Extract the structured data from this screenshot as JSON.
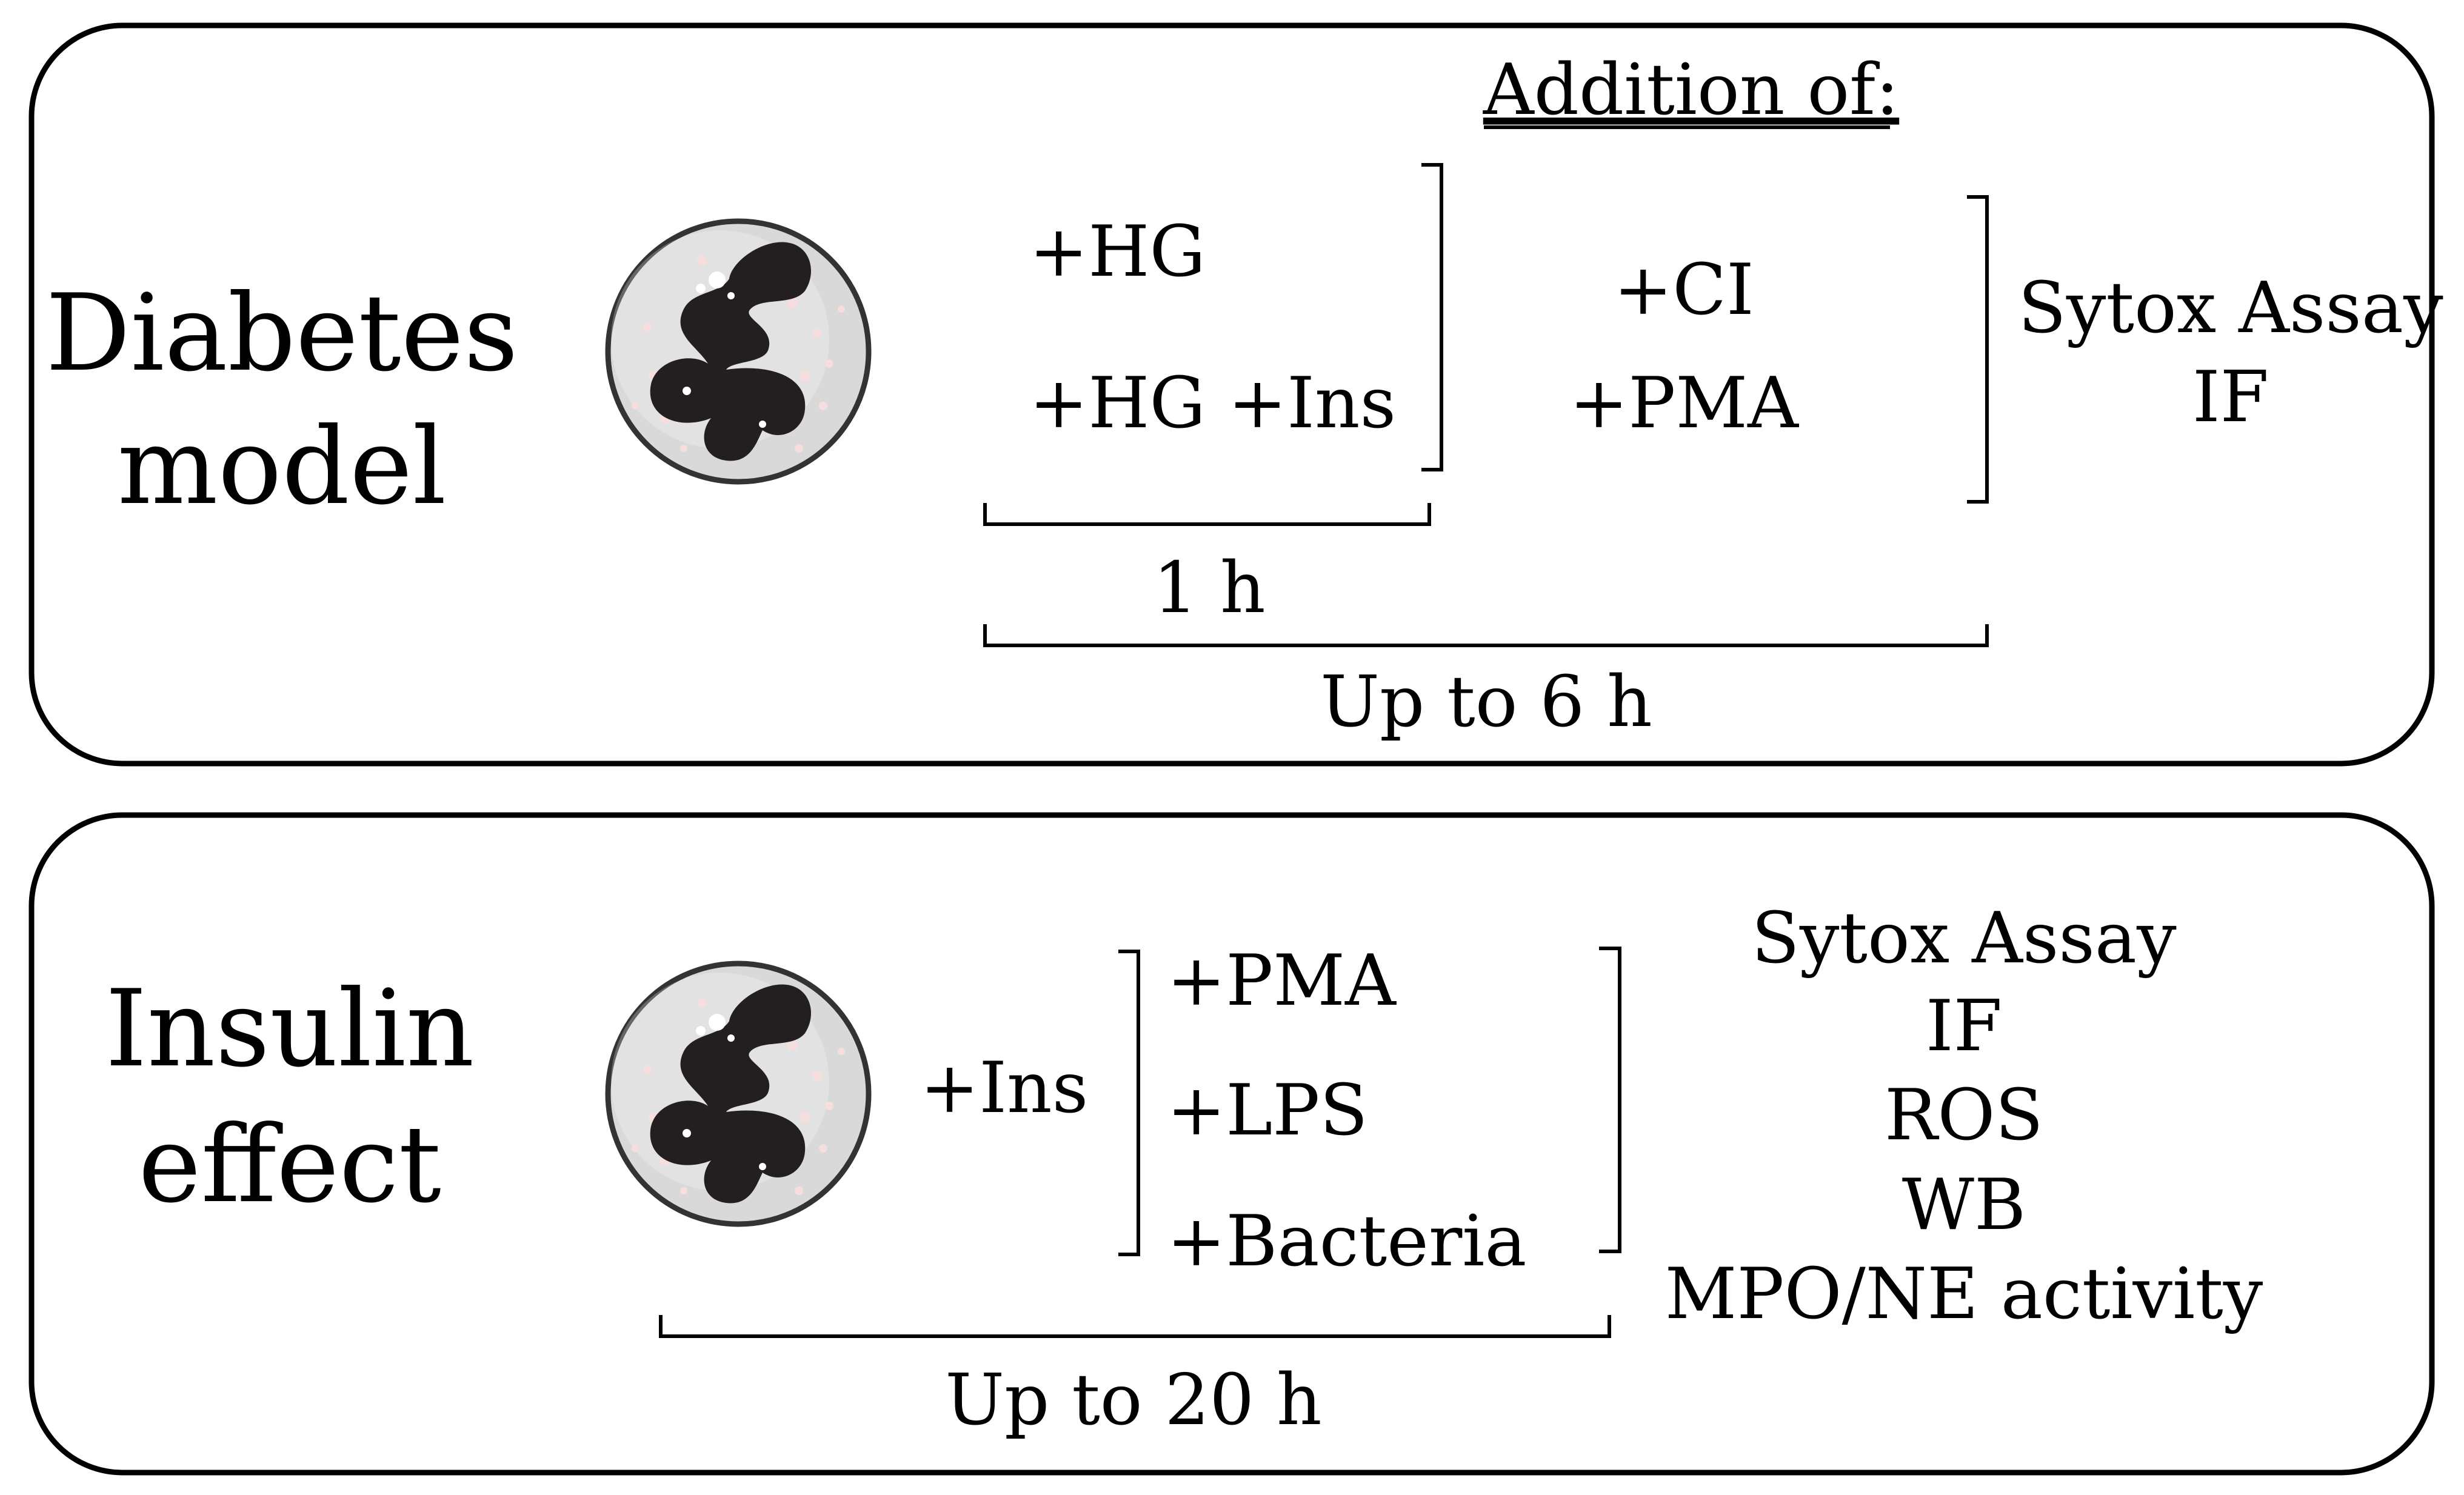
{
  "panels": [
    {
      "title_lines": [
        "Diabetes",
        "model"
      ],
      "header": "Addition of:",
      "pretreatments": [
        "+HG",
        "+HG +Ins"
      ],
      "stimuli": [
        "+CI",
        "+PMA"
      ],
      "readouts": [
        "Sytox Assay",
        "IF"
      ],
      "short_timing": "1 h",
      "timing": "Up to 6 h"
    },
    {
      "title_lines": [
        "Insulin",
        "effect"
      ],
      "pretreatment": "+Ins",
      "stimuli": [
        "+PMA",
        "+LPS",
        "+Bacteria"
      ],
      "readouts": [
        "Sytox Assay",
        "IF",
        "ROS",
        "WB",
        "MPO/NE activity"
      ],
      "timing": "Up to 20 h"
    }
  ],
  "cell": {
    "icon": "neutrophil-icon",
    "membrane_color": "#d9d9d9",
    "nucleus_color": "#231f20",
    "granule_color": "#f6dede"
  }
}
